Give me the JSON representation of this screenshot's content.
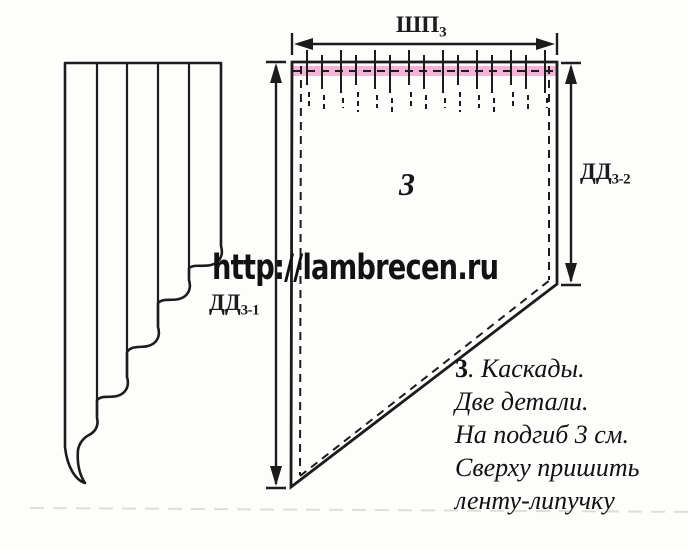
{
  "figure": {
    "watermark": "http://lambrecen.ru",
    "piece_number": "3"
  },
  "dimensions": {
    "top_width": {
      "main": "ШП",
      "sub": "3"
    },
    "left_length": {
      "main": "ДД",
      "sub": "3-1"
    },
    "right_length": {
      "main": "ДД",
      "sub": "3-2"
    }
  },
  "notes": {
    "number_prefix": "3",
    "line1_rest": ". Каскады.",
    "lines": [
      "Две детали.",
      "На подгиб 3 см.",
      "Сверху пришить",
      "ленту-липучку"
    ]
  },
  "colors": {
    "tape_pink": "#f6b3d8",
    "ink": "#1c1c1c"
  }
}
